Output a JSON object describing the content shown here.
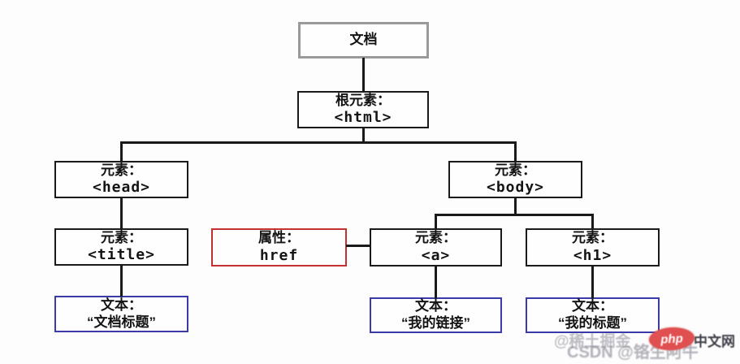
{
  "diagram": {
    "nodes": [
      {
        "id": "document",
        "line1": "文档",
        "line2": ""
      },
      {
        "id": "root-html",
        "line1": "根元素：",
        "line2": "<html>"
      },
      {
        "id": "element-head",
        "line1": "元素：",
        "line2": "<head>"
      },
      {
        "id": "element-body",
        "line1": "元素：",
        "line2": "<body>"
      },
      {
        "id": "element-title",
        "line1": "元素：",
        "line2": "<title>"
      },
      {
        "id": "attribute-href",
        "line1": "属性：",
        "line2": "href"
      },
      {
        "id": "element-a",
        "line1": "元素：",
        "line2": "<a>"
      },
      {
        "id": "element-h1",
        "line1": "元素：",
        "line2": "<h1>"
      },
      {
        "id": "text-title",
        "line1": "文本：",
        "line2": "“文档标题”"
      },
      {
        "id": "text-a",
        "line1": "文本：",
        "line2": "“我的链接”"
      },
      {
        "id": "text-h1",
        "line1": "文本：",
        "line2": "“我的标题”"
      }
    ]
  },
  "watermark": {
    "juejin": "@稀土掘金",
    "csdn": "CSDN @铬生阿牛",
    "logo_text": "php",
    "site_text": "中文网"
  },
  "colors": {
    "line": "#1a1a1a",
    "default_border": "#1a1a1a",
    "document_border": "#9a9a9a",
    "attribute_border": "#c53030",
    "text_border": "#3a3aa8",
    "logo_red": "#e05050"
  }
}
